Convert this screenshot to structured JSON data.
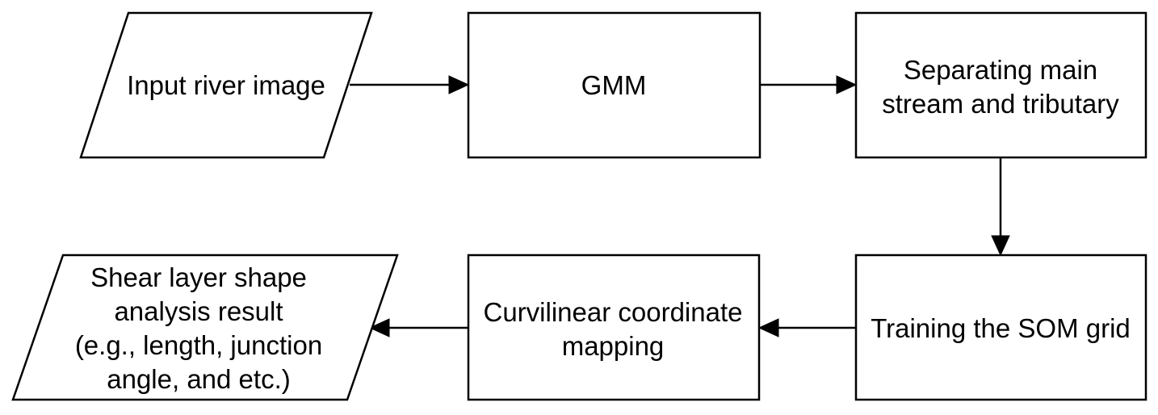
{
  "nodes": [
    {
      "id": "input-river-image",
      "shape": "parallelogram",
      "lines": [
        "Input river image"
      ]
    },
    {
      "id": "gmm",
      "shape": "rectangle",
      "lines": [
        "GMM"
      ]
    },
    {
      "id": "separating",
      "shape": "rectangle",
      "lines": [
        "Separating main",
        "stream and tributary"
      ]
    },
    {
      "id": "training-som",
      "shape": "rectangle",
      "lines": [
        "Training the SOM grid"
      ]
    },
    {
      "id": "curvilinear",
      "shape": "rectangle",
      "lines": [
        "Curvilinear coordinate",
        "mapping"
      ]
    },
    {
      "id": "shear-layer-result",
      "shape": "parallelogram",
      "lines": [
        "Shear layer shape",
        "analysis result",
        "(e.g., length, junction",
        "angle, and etc.)"
      ]
    }
  ],
  "edges": [
    {
      "from": "input-river-image",
      "to": "gmm"
    },
    {
      "from": "gmm",
      "to": "separating"
    },
    {
      "from": "separating",
      "to": "training-som"
    },
    {
      "from": "training-som",
      "to": "curvilinear"
    },
    {
      "from": "curvilinear",
      "to": "shear-layer-result"
    }
  ]
}
